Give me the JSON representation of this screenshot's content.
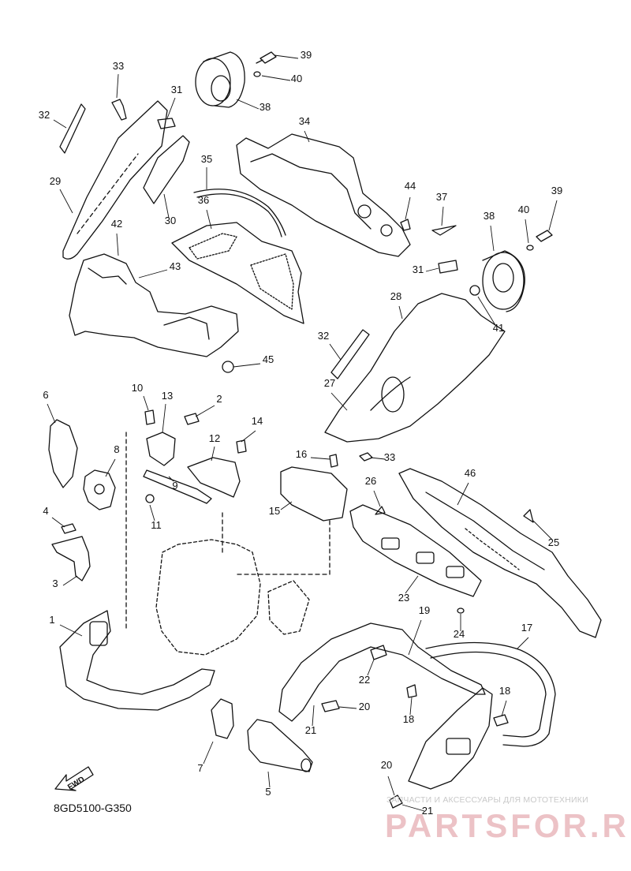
{
  "diagram_code": "8GD5100-G350",
  "fwd_label": "FWD",
  "watermark": {
    "tagline": "ЗАПЧАСТИ И АКСЕССУАРЫ ДЛЯ МОТОТЕХНИКИ",
    "brand": "PARTSFOR.RU"
  },
  "callouts": [
    {
      "num": "1"
    },
    {
      "num": "2"
    },
    {
      "num": "3"
    },
    {
      "num": "4"
    },
    {
      "num": "5"
    },
    {
      "num": "6"
    },
    {
      "num": "7"
    },
    {
      "num": "8"
    },
    {
      "num": "9"
    },
    {
      "num": "10"
    },
    {
      "num": "11"
    },
    {
      "num": "12"
    },
    {
      "num": "13"
    },
    {
      "num": "14"
    },
    {
      "num": "15"
    },
    {
      "num": "16"
    },
    {
      "num": "17"
    },
    {
      "num": "18"
    },
    {
      "num": "18"
    },
    {
      "num": "19"
    },
    {
      "num": "20"
    },
    {
      "num": "20"
    },
    {
      "num": "21"
    },
    {
      "num": "21"
    },
    {
      "num": "22"
    },
    {
      "num": "23"
    },
    {
      "num": "24"
    },
    {
      "num": "25"
    },
    {
      "num": "26"
    },
    {
      "num": "27"
    },
    {
      "num": "28"
    },
    {
      "num": "29"
    },
    {
      "num": "30"
    },
    {
      "num": "31"
    },
    {
      "num": "31"
    },
    {
      "num": "32"
    },
    {
      "num": "32"
    },
    {
      "num": "33"
    },
    {
      "num": "33"
    },
    {
      "num": "34"
    },
    {
      "num": "35"
    },
    {
      "num": "36"
    },
    {
      "num": "37"
    },
    {
      "num": "38"
    },
    {
      "num": "38"
    },
    {
      "num": "39"
    },
    {
      "num": "39"
    },
    {
      "num": "40"
    },
    {
      "num": "40"
    },
    {
      "num": "41"
    },
    {
      "num": "42"
    },
    {
      "num": "43"
    },
    {
      "num": "44"
    },
    {
      "num": "45"
    },
    {
      "num": "46"
    }
  ]
}
